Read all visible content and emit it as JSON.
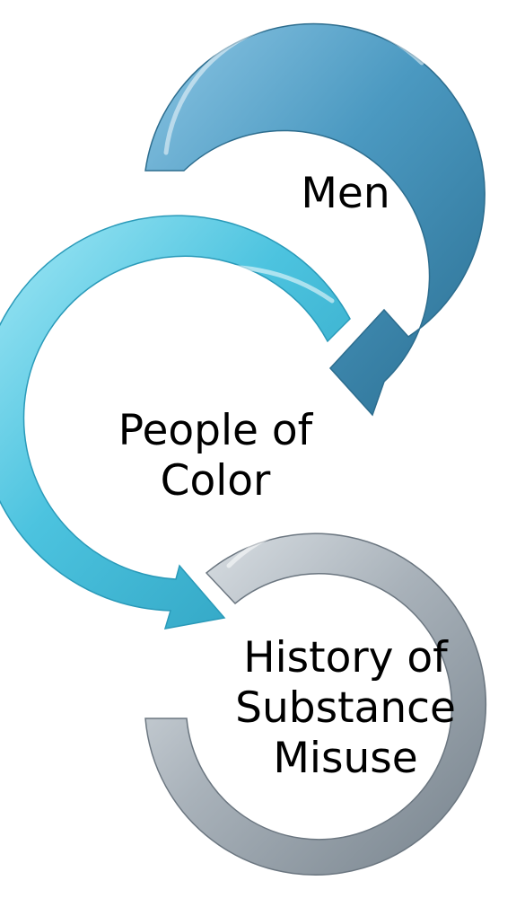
{
  "diagram": {
    "steps": [
      {
        "id": "step-1",
        "lines": [
          "Men"
        ],
        "color": "#3f8eb6"
      },
      {
        "id": "step-2",
        "lines": [
          "People of",
          "Color"
        ],
        "color": "#3fbcd8"
      },
      {
        "id": "step-3",
        "lines": [
          "History of",
          "Substance",
          "Misuse"
        ],
        "color": "#9aa5ae"
      }
    ]
  }
}
